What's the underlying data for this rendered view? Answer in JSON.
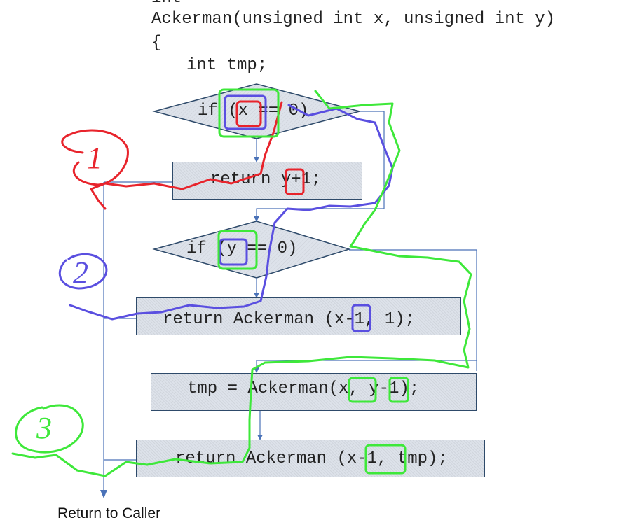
{
  "code": {
    "header_cut": "int",
    "signature": "Ackerman(unsigned int x, unsigned int y)",
    "open_brace": "{",
    "decl": "int tmp;"
  },
  "flow": {
    "cond1": "if (x == 0)",
    "ret1": "return y+1;",
    "cond2": "if (y == 0)",
    "ret2": "return Ackerman (x-1, 1);",
    "assign": "tmp = Ackerman(x, y-1);",
    "ret3": "return Ackerman (x-1, tmp);"
  },
  "footer": {
    "return_to_caller": "Return to Caller"
  },
  "annotations": {
    "label1": "1",
    "label2": "2",
    "label3": "3",
    "colors": {
      "red": "#e8242c",
      "blue": "#5a4fe0",
      "green": "#3ee83a",
      "flow_line": "#4a72b8"
    }
  }
}
